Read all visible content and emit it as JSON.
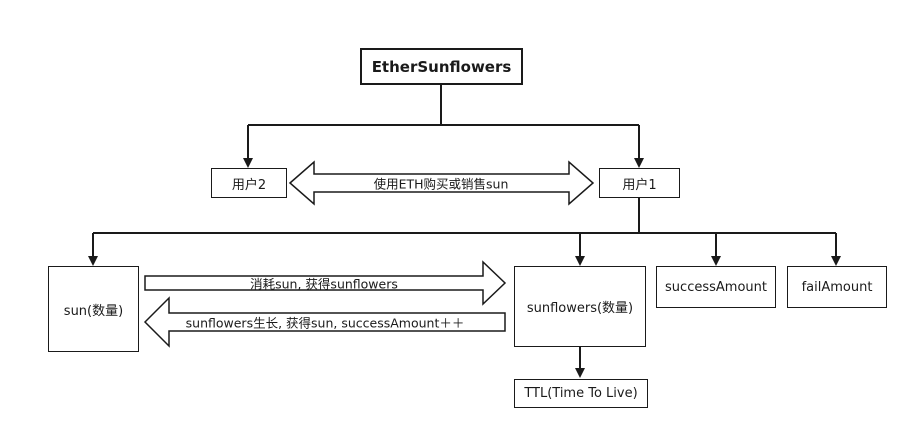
{
  "nodes": {
    "root": "EtherSunflowers",
    "user2": "用户2",
    "user1": "用户1",
    "sun": "sun(数量)",
    "sunflowers": "sunflowers(数量)",
    "success_amount": "successAmount",
    "fail_amount": "failAmount",
    "ttl": "TTL(Time To Live)"
  },
  "arrows": {
    "buy_sell": "使用ETH购买或销售sun",
    "consume": "消耗sun, 获得sunflowers",
    "grow": "sunflowers生长, 获得sun, successAmount＋＋"
  },
  "colors": {
    "stroke": "#1a1a1a",
    "fill": "#ffffff"
  }
}
